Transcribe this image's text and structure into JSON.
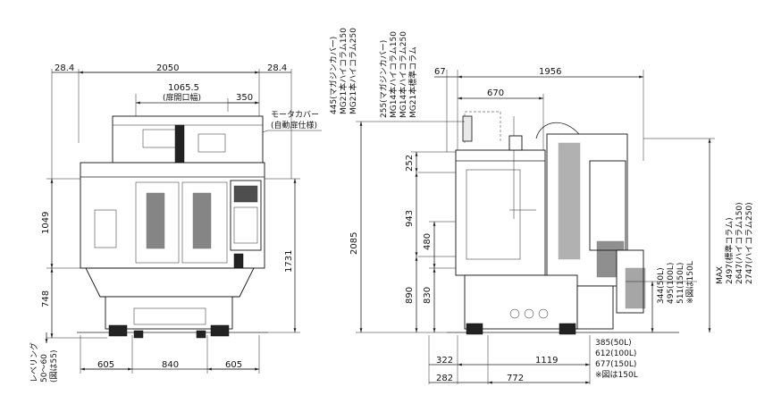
{
  "front_view": {
    "top_dims": {
      "left_margin": "28.4",
      "total_width": "2050",
      "right_margin": "28.4"
    },
    "door_opening": {
      "value": "1065.5",
      "caption": "(扉開口幅)"
    },
    "right_offset": "350",
    "motor_cover": {
      "line1": "モータカバー",
      "line2": "(自動扉仕様)"
    },
    "left_heights": {
      "upper": "1049",
      "lower": "748"
    },
    "right_height": "1731",
    "leveling": {
      "line1": "レベリング",
      "line2": "50〜60",
      "line3": "(図は55)"
    },
    "bottom_dims": {
      "left": "605",
      "center": "840",
      "right": "605"
    }
  },
  "side_view": {
    "top_dims": {
      "left": "67",
      "total": "1956"
    },
    "inner_width": "670",
    "magazine_note_1": {
      "line1": "445(マガジンカバー)",
      "line2": "MG21本ハイコラム150",
      "line3": "MG21本ハイコラム250"
    },
    "magazine_note_2": {
      "line1": "255(マガジンカバー)",
      "line2": "MG14本ハイコラム150",
      "line3": "MG14本ハイコラム250",
      "line4": "MG21本標準コラム"
    },
    "left_heights": {
      "total": "2085",
      "top": "252",
      "middle": "943",
      "inner": "480",
      "lower": "890",
      "lower_inner": "830"
    },
    "column_note": {
      "line1": "344(50L)",
      "line2": "495(100L)",
      "line3": "511(150L)",
      "line4": "※図は150L"
    },
    "max_note": {
      "line1": "MAX",
      "line2": "2497(標準コラム)",
      "line3": "2647(ハイコラム150)",
      "line4": "2747(ハイコラム250)"
    },
    "stroke_note": {
      "line1": "385(50L)",
      "line2": "612(100L)",
      "line3": "677(150L)",
      "line4": "※図は150L"
    },
    "bottom_dims": {
      "row1_left": "322",
      "row1_right": "1119",
      "row2_left": "282",
      "row2_right": "772"
    }
  }
}
